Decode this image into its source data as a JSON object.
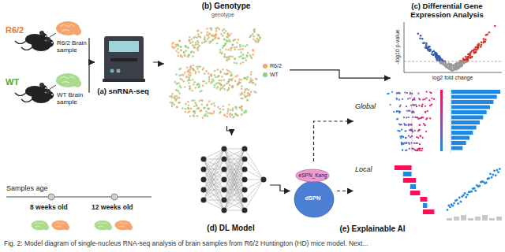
{
  "diagram": {
    "caption": "Fig. 2: Model diagram of single-nucleus RNA-seq analysis of brain samples from R6/2 Huntington (HD) mice model. Next...",
    "nodes": [
      {
        "text": [
          "R6/2",
          "R6/2 Brain sample"
        ]
      },
      {
        "text": [
          "WT",
          "WT Brain sample"
        ]
      },
      {
        "text": [
          "(a) snRNA-seq"
        ]
      },
      {
        "text": [
          "(b) Genotype"
        ]
      },
      {
        "text": [
          "(c) Differential Gene Expression Analysis"
        ]
      },
      {
        "text": [
          "(d) DL Model"
        ]
      },
      {
        "text": [
          "(e) Explainable AI"
        ]
      },
      {
        "text": [
          "eSPN_Kang",
          "dSPN"
        ],
        "in": 6
      },
      {
        "text": [
          "Global"
        ],
        "in": 6
      },
      {
        "text": [
          "Local"
        ],
        "in": 6
      }
    ],
    "edges": [
      {
        "from": 0,
        "to": 2,
        "arrow": "to"
      },
      {
        "from": 1,
        "to": 2,
        "arrow": "to"
      },
      {
        "from": 2,
        "to": 3,
        "arrow": "to"
      },
      {
        "from": 3,
        "to": 4,
        "arrow": "to"
      },
      {
        "from": 3,
        "to": 5,
        "arrow": "to"
      },
      {
        "from": 5,
        "to": 7,
        "arrow": "to"
      },
      {
        "from": 7,
        "to": 8,
        "arrow": "to"
      },
      {
        "from": 7,
        "to": 9,
        "arrow": "to"
      }
    ],
    "labels": [
      "genotype",
      "-log10 p-value",
      "log2 fold change",
      "Samples age",
      "8 weeks old",
      "12 weeks old"
    ],
    "legend": [
      {
        "text": "R6/2",
        "color": "#f4a46c"
      },
      {
        "text": "WT",
        "color": "#8fce7a"
      }
    ]
  }
}
